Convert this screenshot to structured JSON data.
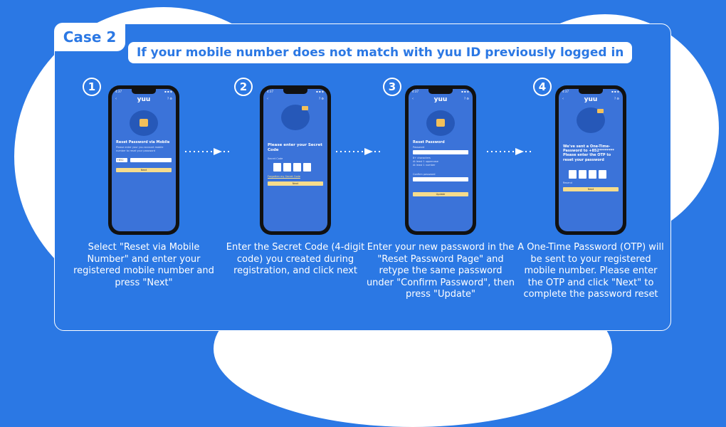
{
  "case_label": "Case 2",
  "subtitle": "If your mobile number does not match with yuu ID previously logged in",
  "phone": {
    "status_time": "4:37",
    "status_icons": "▪ ▪ ◈",
    "logo": "yuu",
    "header_icons": "? ⚙",
    "back": "‹"
  },
  "steps": [
    {
      "number": "1",
      "screen_title": "Reset Password via Mobile",
      "screen_text": "Please enter your yuu account mobile number to reset your password",
      "country_code": "+852",
      "button": "Next",
      "description": "Select \"Reset via Mobile Number\" and enter your registered mobile number and press \"Next\""
    },
    {
      "number": "2",
      "screen_title": "Please enter your Secret Code",
      "screen_text": "Secret Code",
      "link": "Forgotten my Secret Code",
      "button": "Next",
      "description": "Enter the Secret Code (4-digit code) you created during registration, and click next"
    },
    {
      "number": "3",
      "screen_title": "Reset Password",
      "screen_text": "Password",
      "checks": [
        "8+ characters",
        "At least 1 uppercase",
        "At least 1 number"
      ],
      "confirm_label": "Confirm password",
      "button": "Update",
      "description": "Enter your new password in the \"Reset Password Page\" and retype the same password under \"Confirm Password\", then press \"Update\""
    },
    {
      "number": "4",
      "screen_title": "We've sent a One-Time-Password to +852******** Please enter the OTP to reset your password",
      "screen_text": "Resend",
      "button": "Next",
      "description": "A One-Time Password (OTP) will be sent to your registered mobile number. Please enter the OTP and click \"Next\" to complete the password reset"
    }
  ]
}
